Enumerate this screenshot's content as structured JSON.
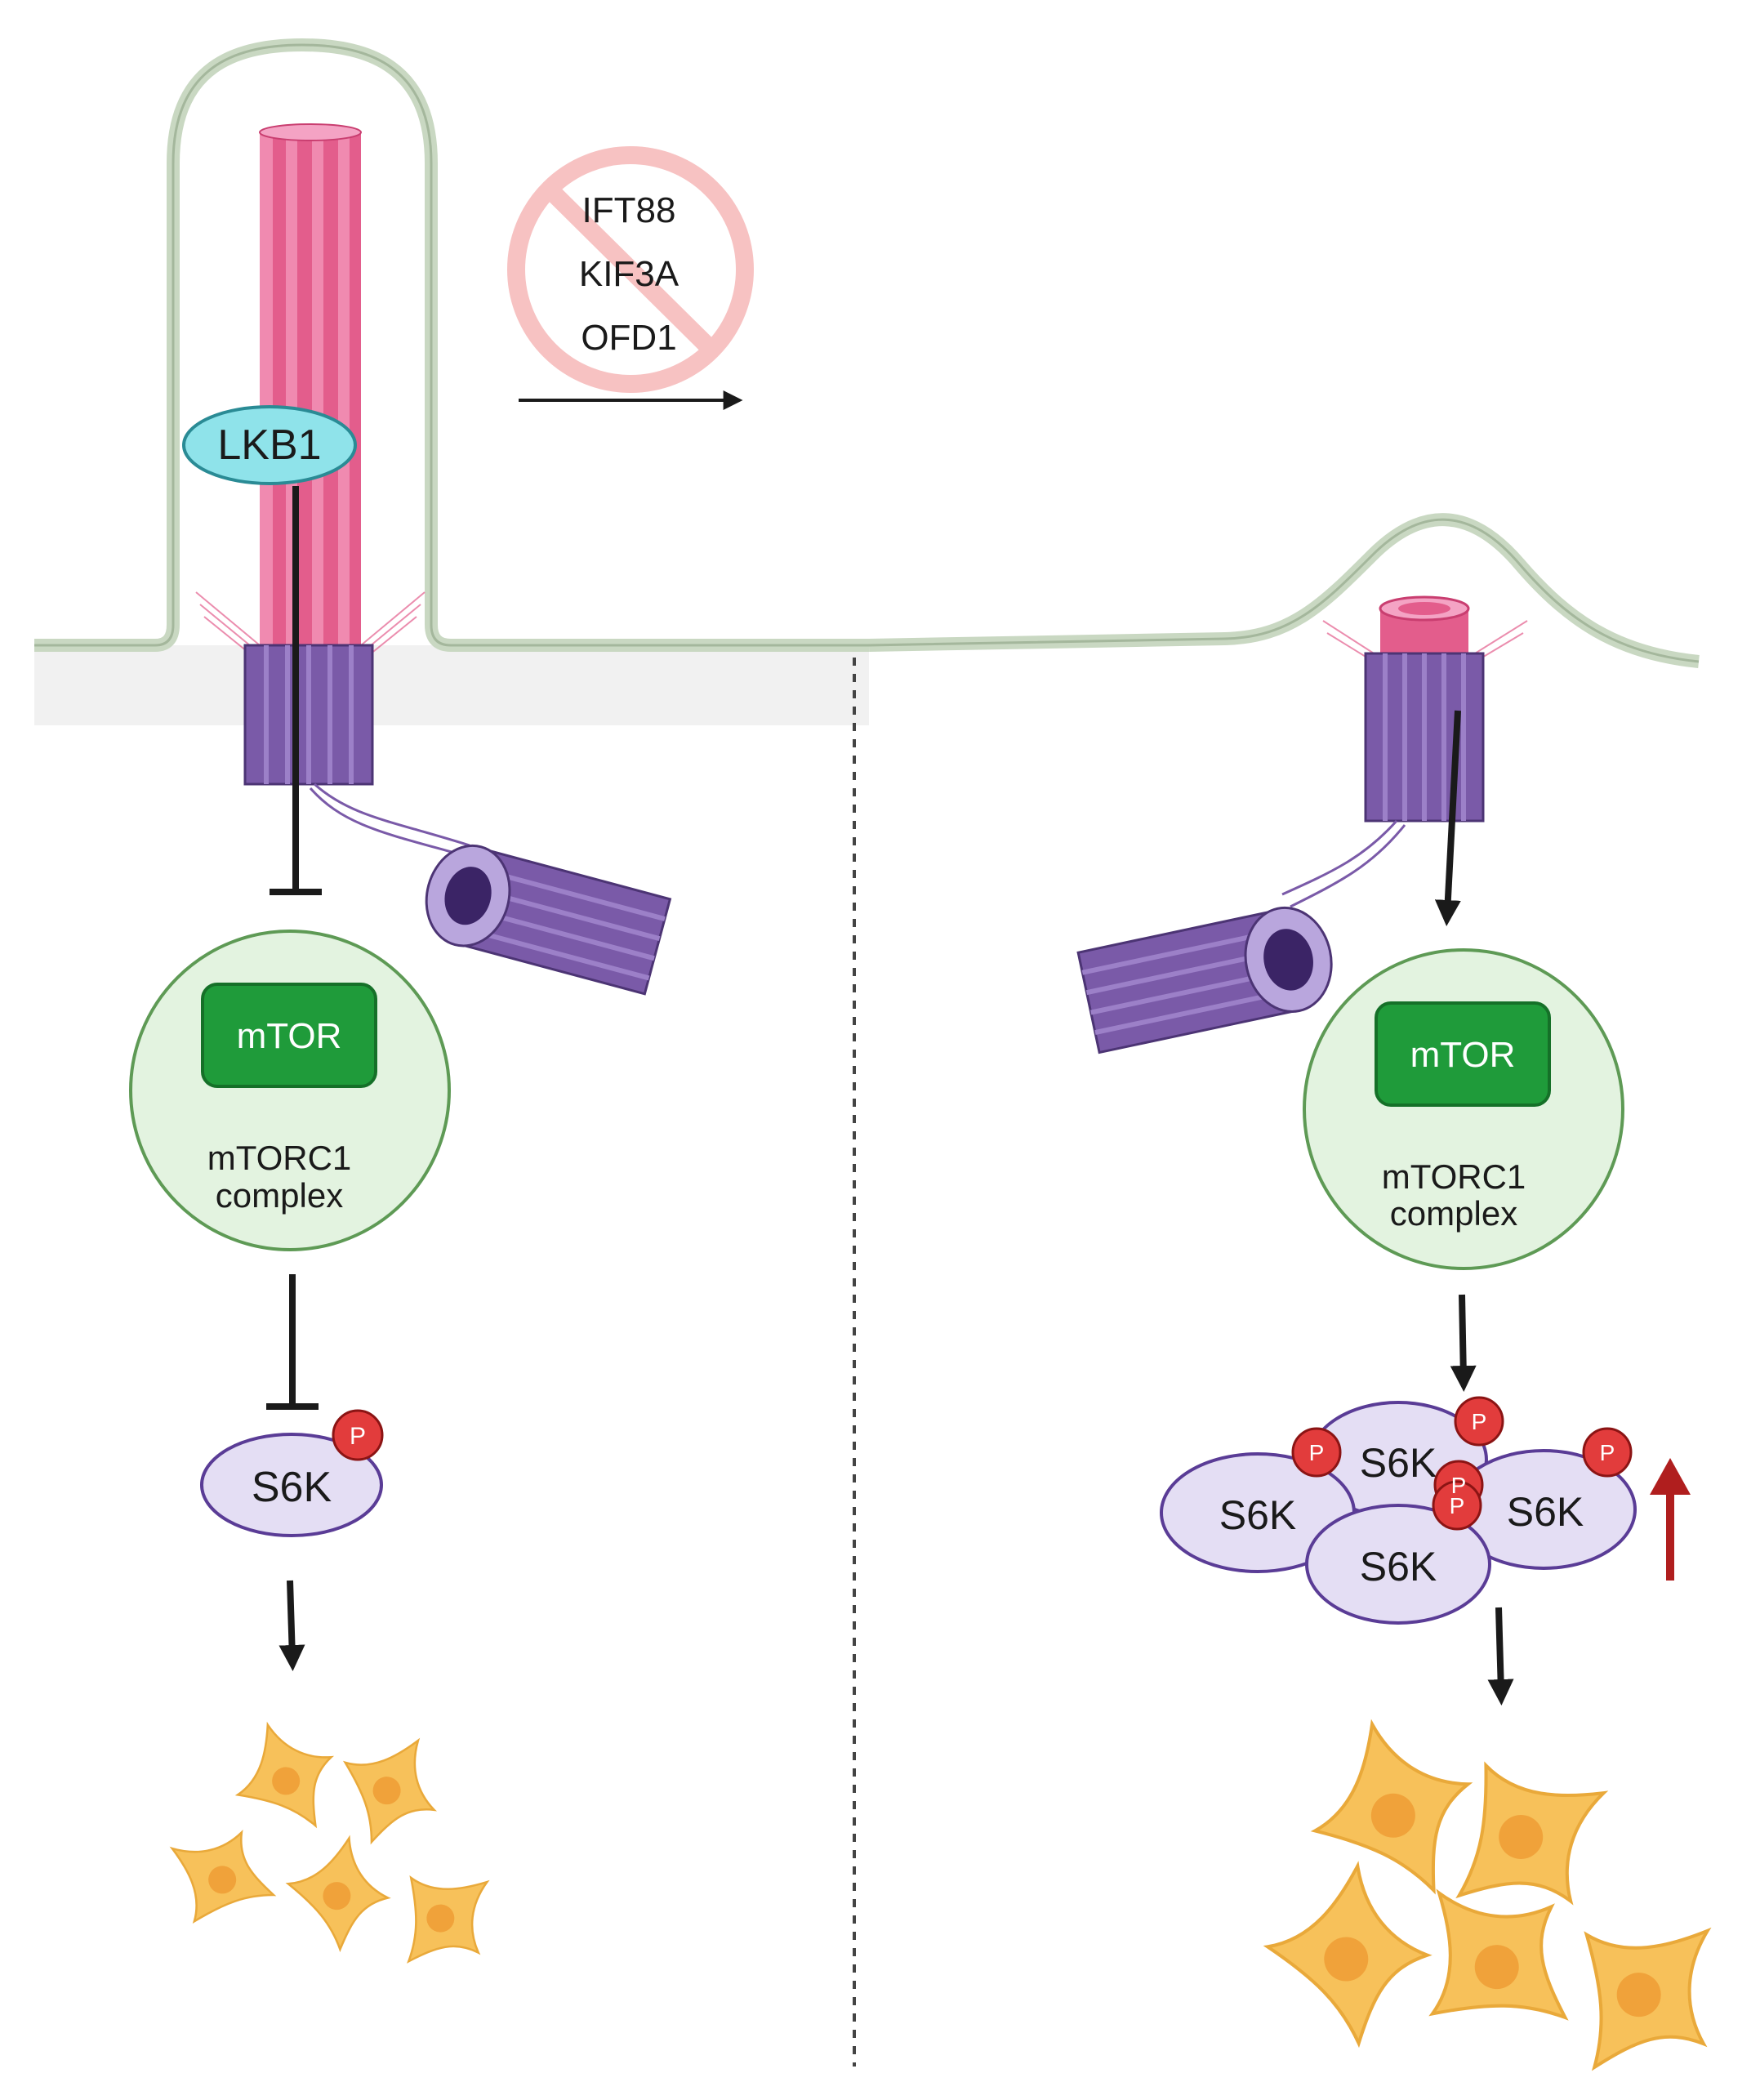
{
  "knockout": {
    "genes": [
      "IFT88",
      "KIF3A",
      "OFD1"
    ]
  },
  "normal": {
    "lkb1_label": "LKB1",
    "mtor_label": "mTOR",
    "complex_line1": "mTORC1",
    "complex_line2": "complex",
    "s6k_label": "S6K",
    "phospho_label": "P"
  },
  "ciliopathy": {
    "mtor_label": "mTOR",
    "complex_line1": "mTORC1",
    "complex_line2": "complex",
    "s6k_labels": [
      "S6K",
      "S6K",
      "S6K",
      "S6K"
    ],
    "phospho_labels": [
      "P",
      "P",
      "P",
      "P",
      "P"
    ]
  },
  "colors": {
    "membrane": "#c9d8c2",
    "axoneme": "#e35d8c",
    "basal_body": "#7a5aa8",
    "lkb1": "#8fe3ea",
    "mtor": "#1f9b3a",
    "complex_fill": "#e3f3e0",
    "s6k_fill": "#e4def4",
    "phospho": "#e23c3c",
    "cells": "#f7c15a",
    "increase_arrow": "#b01e1e"
  }
}
